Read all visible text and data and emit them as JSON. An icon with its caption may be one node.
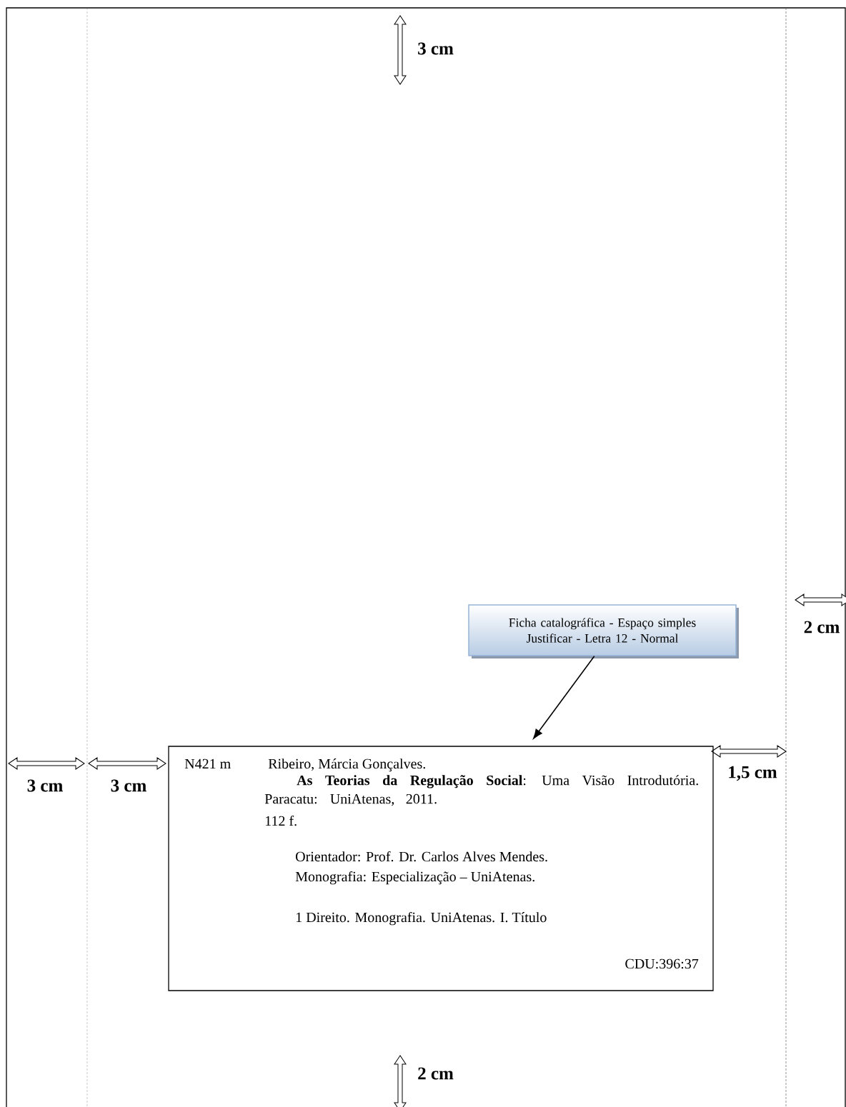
{
  "diagram": {
    "nodes": [
      {
        "text": [
          "Ficha catalográfica - Espaço simples Justificar - Letra 12 - Normal"
        ]
      },
      {
        "text": [
          "N421 m",
          "Ribeiro, Márcia Gonçalves.",
          "**As Teorias da Regulação Social**: Uma Visão Introdutória. Paracatu: UniAtenas, 2011.",
          "112 f.",
          "Orientador: Prof. Dr. Carlos Alves Mendes.",
          "Monografia: Especialização – UniAtenas.",
          "1 Direito. Monografia. UniAtenas. I. Título",
          "CDU:396:37"
        ]
      }
    ],
    "edges": [
      {
        "from": 0,
        "to": 1,
        "arrow": "to"
      }
    ],
    "labels": [
      "3 cm",
      "2 cm",
      "3 cm",
      "3 cm",
      "1,5 cm",
      "2 cm"
    ]
  }
}
